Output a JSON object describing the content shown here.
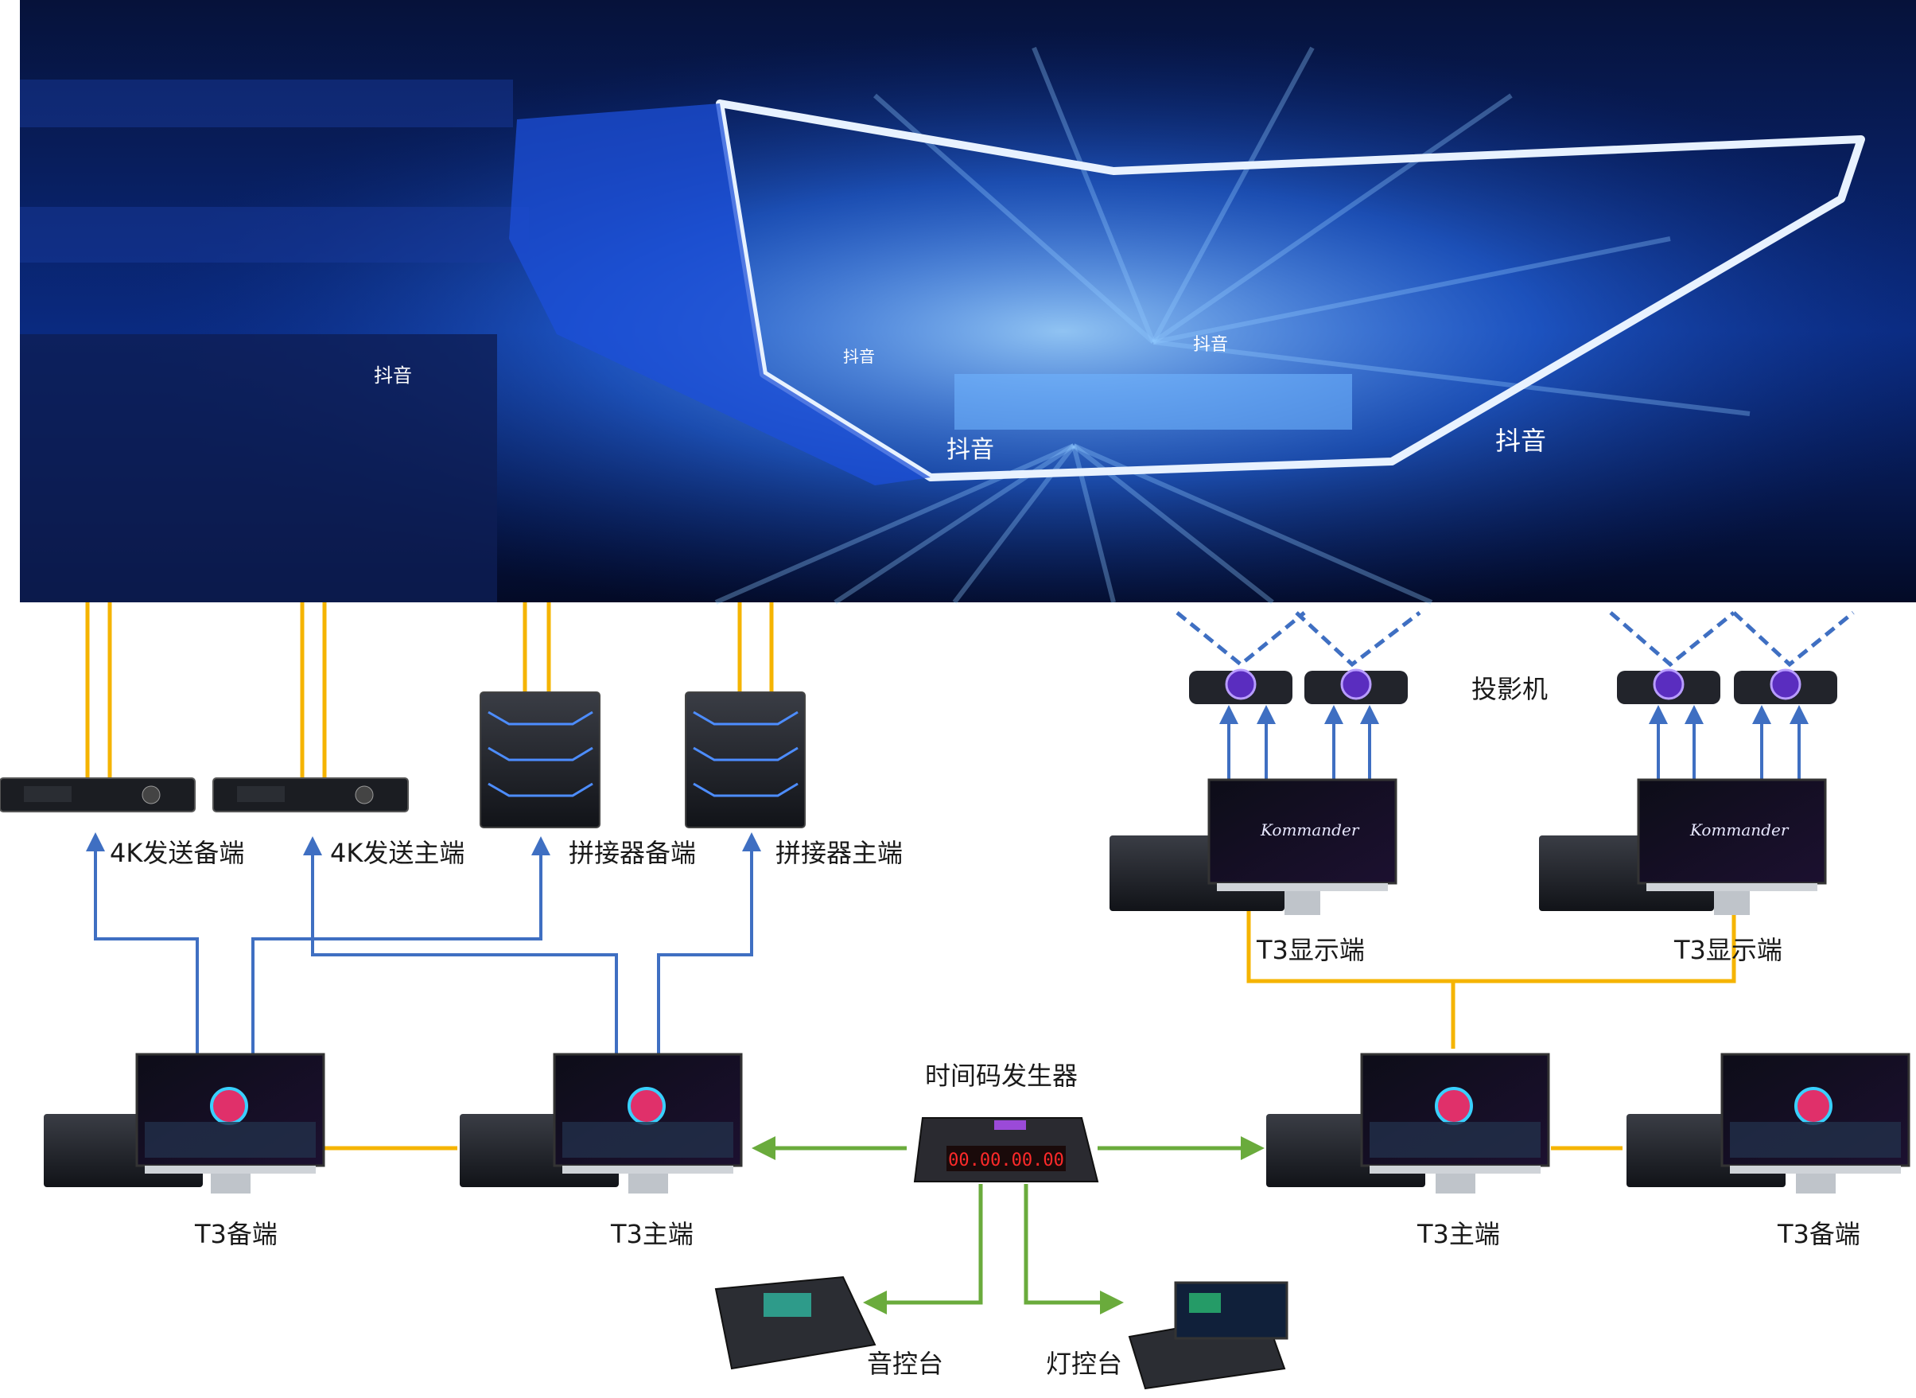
{
  "labels": {
    "sender_backup": "4K发送备端",
    "sender_main": "4K发送主端",
    "splicer_backup": "拼接器备端",
    "splicer_main": "拼接器主端",
    "projector": "投影机",
    "t3_display_left": "T3显示端",
    "t3_display_right": "T3显示端",
    "timecode_generator": "时间码发生器",
    "t3_backup_left": "T3备端",
    "t3_main_left": "T3主端",
    "t3_main_right": "T3主端",
    "t3_backup_right": "T3备端",
    "audio_console": "音控台",
    "lighting_console": "灯控台"
  },
  "screen_text": {
    "brand_logo": "抖音",
    "kommander": "Kommander",
    "timecode_display": "00.00.00.00"
  },
  "colors": {
    "video_link": "#f5b400",
    "control_link": "#3f6fc2",
    "timecode_link": "#6aab3c",
    "stage_blue": "#1f5fe0"
  }
}
